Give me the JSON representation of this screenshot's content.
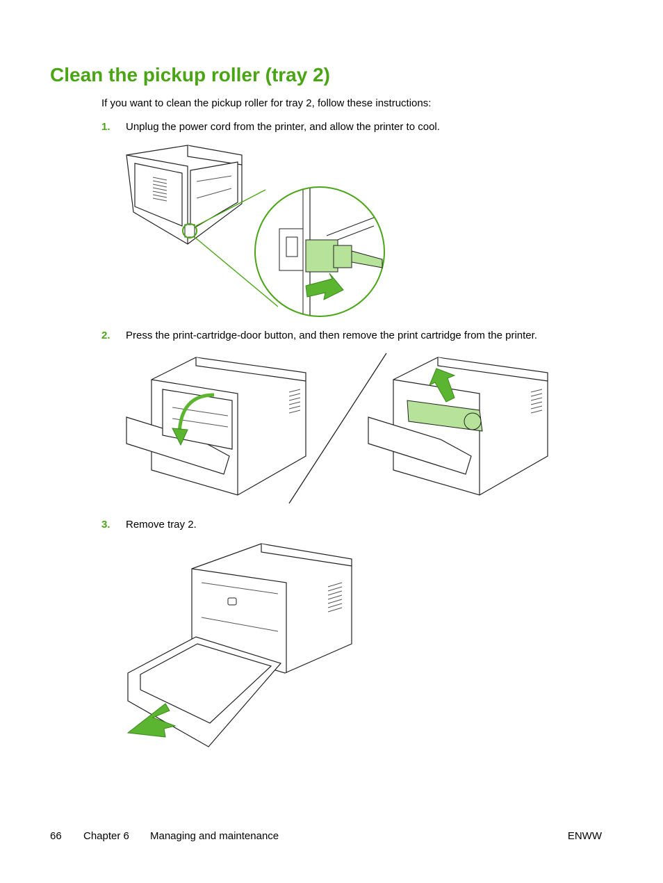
{
  "title": "Clean the pickup roller (tray 2)",
  "intro": "If you want to clean the pickup roller for tray 2, follow these instructions:",
  "steps": [
    {
      "number": "1.",
      "text": "Unplug the power cord from the printer, and allow the printer to cool."
    },
    {
      "number": "2.",
      "text": "Press the print-cartridge-door button, and then remove the print cartridge from the printer."
    },
    {
      "number": "3.",
      "text": "Remove tray 2."
    }
  ],
  "footer": {
    "page_number": "66",
    "chapter": "Chapter 6",
    "section": "Managing and maintenance",
    "doc_code": "ENWW"
  },
  "colors": {
    "accent": "#4aa514",
    "arrow": "#5bb531",
    "highlight": "#b7e29a",
    "line": "#222222"
  },
  "illustrations": [
    {
      "icon": "printer-unplug-power-cord-icon"
    },
    {
      "icon": "printer-open-door-icon"
    },
    {
      "icon": "printer-remove-cartridge-icon"
    },
    {
      "icon": "printer-remove-tray-icon"
    }
  ]
}
